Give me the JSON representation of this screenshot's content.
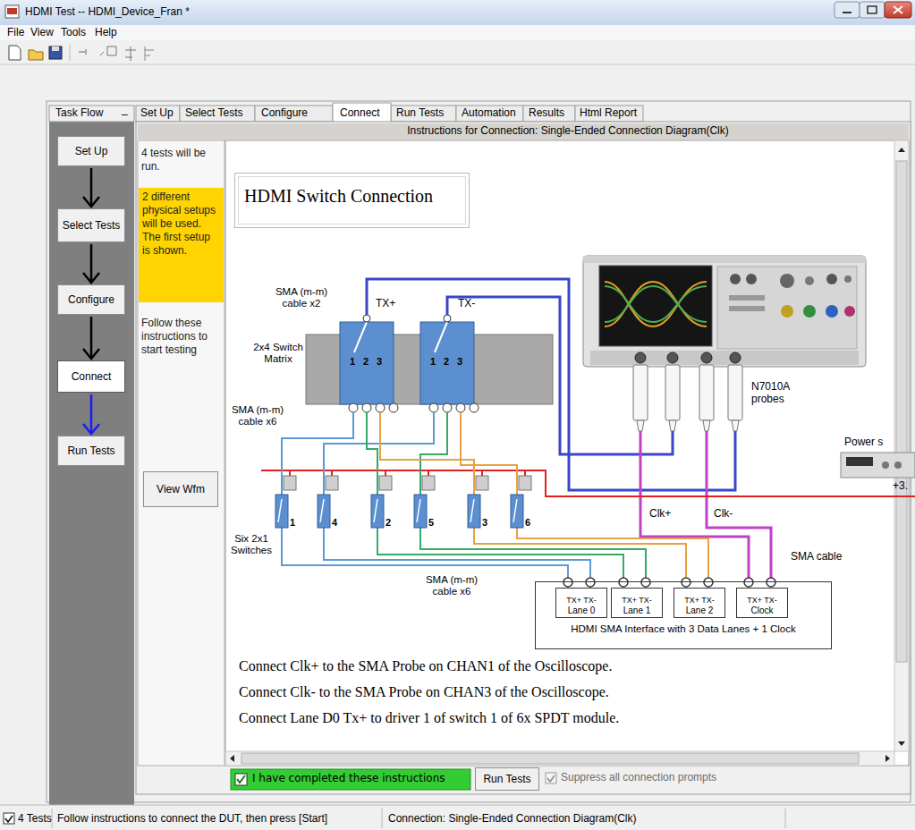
{
  "diagram": {
    "title": "HDMI Test -- HDMI_Device_Fran *",
    "nodes": [
      {
        "text": [
          "Set Up"
        ]
      },
      {
        "text": [
          "Select Tests"
        ]
      },
      {
        "text": [
          "Configure"
        ]
      },
      {
        "text": [
          "Connect"
        ]
      },
      {
        "text": [
          "Run Tests"
        ]
      },
      {
        "text": [
          "2 different physical setups will be used. The first setup is shown."
        ]
      },
      {
        "text": [
          "View Wfm"
        ]
      },
      {
        "text": [
          "HDMI Switch Connection"
        ]
      },
      {
        "text": [
          "HDMI SMA Interface with 3 Data Lanes + 1 Clock"
        ]
      },
      {
        "text": [
          "TX+ TX-",
          "Lane 0"
        ],
        "in": 8
      },
      {
        "text": [
          "TX+ TX-",
          "Lane 1"
        ],
        "in": 8
      },
      {
        "text": [
          "TX+ TX-",
          "Lane 2"
        ],
        "in": 8
      },
      {
        "text": [
          "TX+ TX-",
          "Clock"
        ],
        "in": 8
      },
      {
        "text": [
          "I have completed these instructions"
        ]
      },
      {
        "text": [
          "Run Tests"
        ]
      }
    ],
    "edges": [
      {
        "from": 0,
        "to": 1,
        "arrow": "to"
      },
      {
        "from": 1,
        "to": 2,
        "arrow": "to"
      },
      {
        "from": 2,
        "to": 3,
        "arrow": "to"
      },
      {
        "from": 3,
        "to": 4,
        "arrow": "to"
      }
    ],
    "labels": [
      "File",
      "View",
      "Tools",
      "Help",
      "Task Flow",
      "_",
      "Set Up",
      "Select Tests",
      "Configure",
      "Connect",
      "Run Tests",
      "Automation",
      "Results",
      "Html Report",
      "Instructions for Connection: Single-Ended Connection Diagram(Clk)",
      "4 tests will be run.",
      "Follow these instructions to start testing",
      "SMA (m-m) cable x2",
      "TX+",
      "TX-",
      "2x4 Switch Matrix",
      "1",
      "2",
      "3",
      "1",
      "2",
      "3",
      "SMA (m-m) cable x6",
      "Six 2x1 Switches",
      "1",
      "4",
      "2",
      "5",
      "3",
      "6",
      "SMA (m-m) cable x6",
      "N7010A probes",
      "Clk+",
      "Clk-",
      "Power s",
      "+3.",
      "SMA cable",
      "Connect Clk+ to the SMA Probe on CHAN1 of the Oscilloscope.",
      "Connect Clk- to the SMA Probe on CHAN3 of the Oscilloscope.",
      "Connect Lane D0 Tx+ to driver 1 of switch 1 of 6x SPDT module.",
      "Suppress all connection prompts",
      "4 Tests",
      "Follow instructions to connect the DUT, then press [Start]",
      "Connection: Single-Ended Connection Diagram(Clk)"
    ]
  }
}
